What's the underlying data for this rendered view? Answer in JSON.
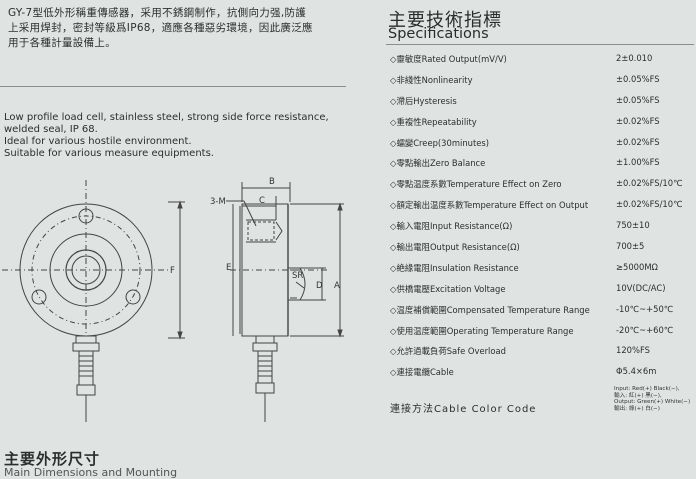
{
  "description": {
    "cn_line1": "GY-7型低外形稱重傳感器，采用不銹鋼制作，抗側向力强,防護",
    "cn_line2": "上采用焊封，密封等級爲IP68，適應各種惡劣環境，因此廣泛應",
    "cn_line3": "用于各種計量設備上。",
    "en_lines": [
      "Low profile load cell, stainless steel, strong side force resistance,",
      "welded seal, IP 68.",
      "Ideal for various hostile environment.",
      "Suitable for various measure equipments."
    ]
  },
  "drawing": {
    "labels": {
      "b": "B",
      "c": "C",
      "m": "3-M",
      "sr": "SR",
      "d": "D",
      "a": "A",
      "e": "E",
      "f": "F"
    }
  },
  "dimensions": {
    "title": "主要外形尺寸",
    "subtitle": "Main Dimensions and Mounting"
  },
  "specs": {
    "title_cn": "主要技術指標",
    "title_en": "Specifications",
    "rows": [
      {
        "label": "◇靈敏度Rated Output(mV/V)",
        "value": "2±0.010"
      },
      {
        "label": "◇非綫性Nonlinearity",
        "value": "±0.05%FS"
      },
      {
        "label": "◇滯后Hysteresis",
        "value": "±0.05%FS"
      },
      {
        "label": "◇重複性Repeatability",
        "value": "±0.02%FS"
      },
      {
        "label": "◇蠕變Creep(30minutes)",
        "value": "±0.02%FS"
      },
      {
        "label": "◇零點輸出Zero Balance",
        "value": "±1.00%FS"
      },
      {
        "label": "◇零點温度系數Temperature Effect on Zero",
        "value": "±0.02%FS/10℃"
      },
      {
        "label": "◇額定輸出温度系數Temperature Effect on Output",
        "value": "±0.02%FS/10℃"
      },
      {
        "label": "◇輸入電阻Input Resistance(Ω)",
        "value": "750±10"
      },
      {
        "label": "◇輸出電阻Output Resistance(Ω)",
        "value": "700±5"
      },
      {
        "label": "◇絶緣電阻Insulation Resistance",
        "value": "≥5000MΩ"
      },
      {
        "label": "◇供橋電壓Excitation Voltage",
        "value": "10V(DC/AC)"
      },
      {
        "label": "◇温度補償範圍Compensated Temperature Range",
        "value": "-10℃~+50℃"
      },
      {
        "label": "◇使用温度範圍Operating Temperature Range",
        "value": "-20℃~+60℃"
      },
      {
        "label": "◇允許過載負荷Safe Overload",
        "value": "120%FS"
      },
      {
        "label": "◇連接電纜Cable",
        "value": "Φ5.4×6m"
      }
    ]
  },
  "cable": {
    "label": "連接方法Cable Color Code",
    "lines": [
      "Input: Red(+) Black(−),",
      "輸入: 紅(+) 黑(−),",
      "Output: Green(+) White(−)",
      "輸出: 綠(+) 白(−)"
    ]
  },
  "colors": {
    "background": "#dfe4e2",
    "line": "#444444"
  }
}
